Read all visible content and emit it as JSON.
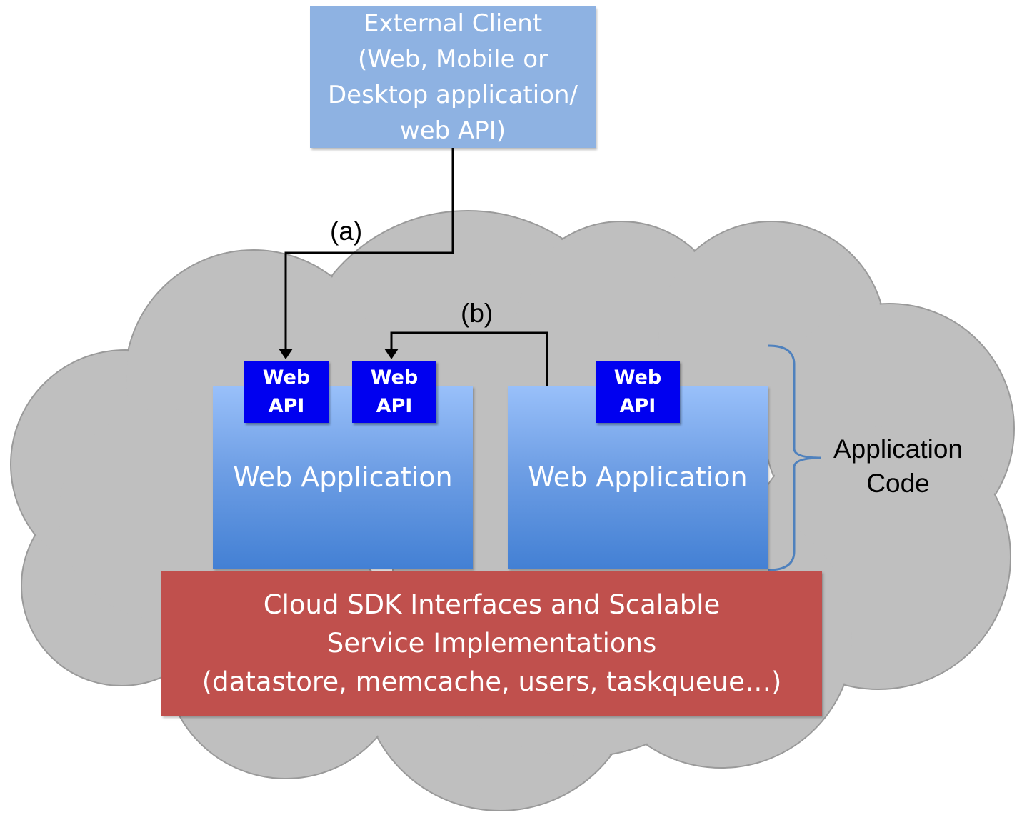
{
  "external_client": {
    "label": "External Client\n(Web, Mobile or\nDesktop application/\nweb API)"
  },
  "connections": {
    "a_label": "(a)",
    "b_label": "(b)"
  },
  "web_apps": [
    {
      "label": "Web Application"
    },
    {
      "label": "Web Application"
    }
  ],
  "web_apis": [
    {
      "line1": "Web",
      "line2": "API"
    },
    {
      "line1": "Web",
      "line2": "API"
    },
    {
      "line1": "Web",
      "line2": "API"
    }
  ],
  "application_code": {
    "label": "Application\nCode"
  },
  "sdk": {
    "label": "Cloud SDK Interfaces and Scalable\nService Implementations\n(datastore, memcache, users, taskqueue…)"
  },
  "colors": {
    "cloud": "#bfbfbf",
    "client_box": "#8eb2e2",
    "web_api_box": "#0000f0",
    "sdk_box": "#c0504d",
    "brace": "#4f81bd"
  }
}
